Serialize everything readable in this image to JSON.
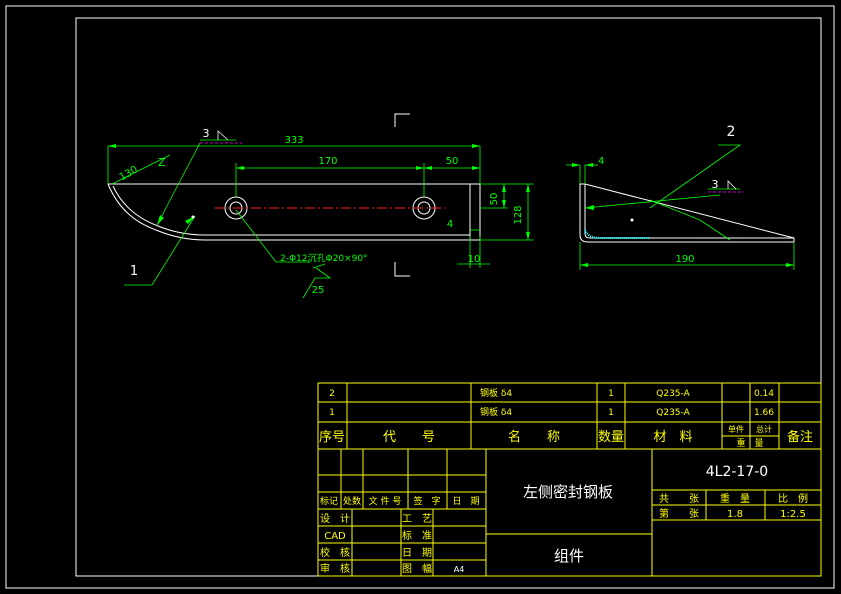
{
  "colors": {
    "background": "#000000",
    "frame": "#ffffff",
    "title_block": "#ffff00",
    "part_outline": "#ffffff",
    "dimension": "#00ff00",
    "leader": "#00ff00",
    "center_line": "#ff2020",
    "hidden_line": "#ff00ff",
    "table_text": "#ffff00"
  },
  "front_view": {
    "dims": {
      "overall": "333",
      "hole_spacing": "170",
      "right_offset": "50",
      "slant": "130",
      "height_small": "50",
      "height_total": "128",
      "thickness": "4",
      "flange": "10",
      "weld_size": "25"
    },
    "hole_note": "2-Φ12沉孔Φ20×90°",
    "balloon_part": "1",
    "balloon_weld": "3",
    "weld_mark": "Z"
  },
  "side_view": {
    "dims": {
      "thickness": "4",
      "length": "190"
    },
    "balloon_part": "2",
    "balloon_weld": "3"
  },
  "bom": {
    "rows": [
      {
        "no": "2",
        "code": "",
        "name": "钢板 δ4",
        "qty": "1",
        "material": "Q235-A",
        "unit_weight": "",
        "total_weight": "0.14",
        "remark": ""
      },
      {
        "no": "1",
        "code": "",
        "name": "钢板 δ4",
        "qty": "1",
        "material": "Q235-A",
        "unit_weight": "",
        "total_weight": "1.66",
        "remark": ""
      }
    ],
    "headers": {
      "no": "序号",
      "code": "代　　号",
      "name": "名　　称",
      "qty": "数量",
      "material": "材　料",
      "unit_weight_1": "单件",
      "total_weight_1": "总计",
      "weight": "重　量",
      "remark": "备注"
    }
  },
  "title_block": {
    "drawing_no": "4L2-17-0",
    "part_name": "左侧密封钢板",
    "category": "组件",
    "labels": {
      "mark": "标记",
      "count": "处数",
      "doc_no": "文 件 号",
      "signature": "签　字",
      "date": "日　期",
      "design": "设　计",
      "process": "工　艺",
      "cad": "CAD",
      "standard": "标　准",
      "proofread": "校　核",
      "date2": "日　期",
      "review": "审　核",
      "sheet_size": "图　幅",
      "sheet_size_value": "A4",
      "total_sheets": "共　　张",
      "weight": "重　量",
      "scale": "比　例",
      "sheet_no": "第　　张",
      "weight_value": "1.8",
      "scale_value": "1:2.5"
    }
  }
}
